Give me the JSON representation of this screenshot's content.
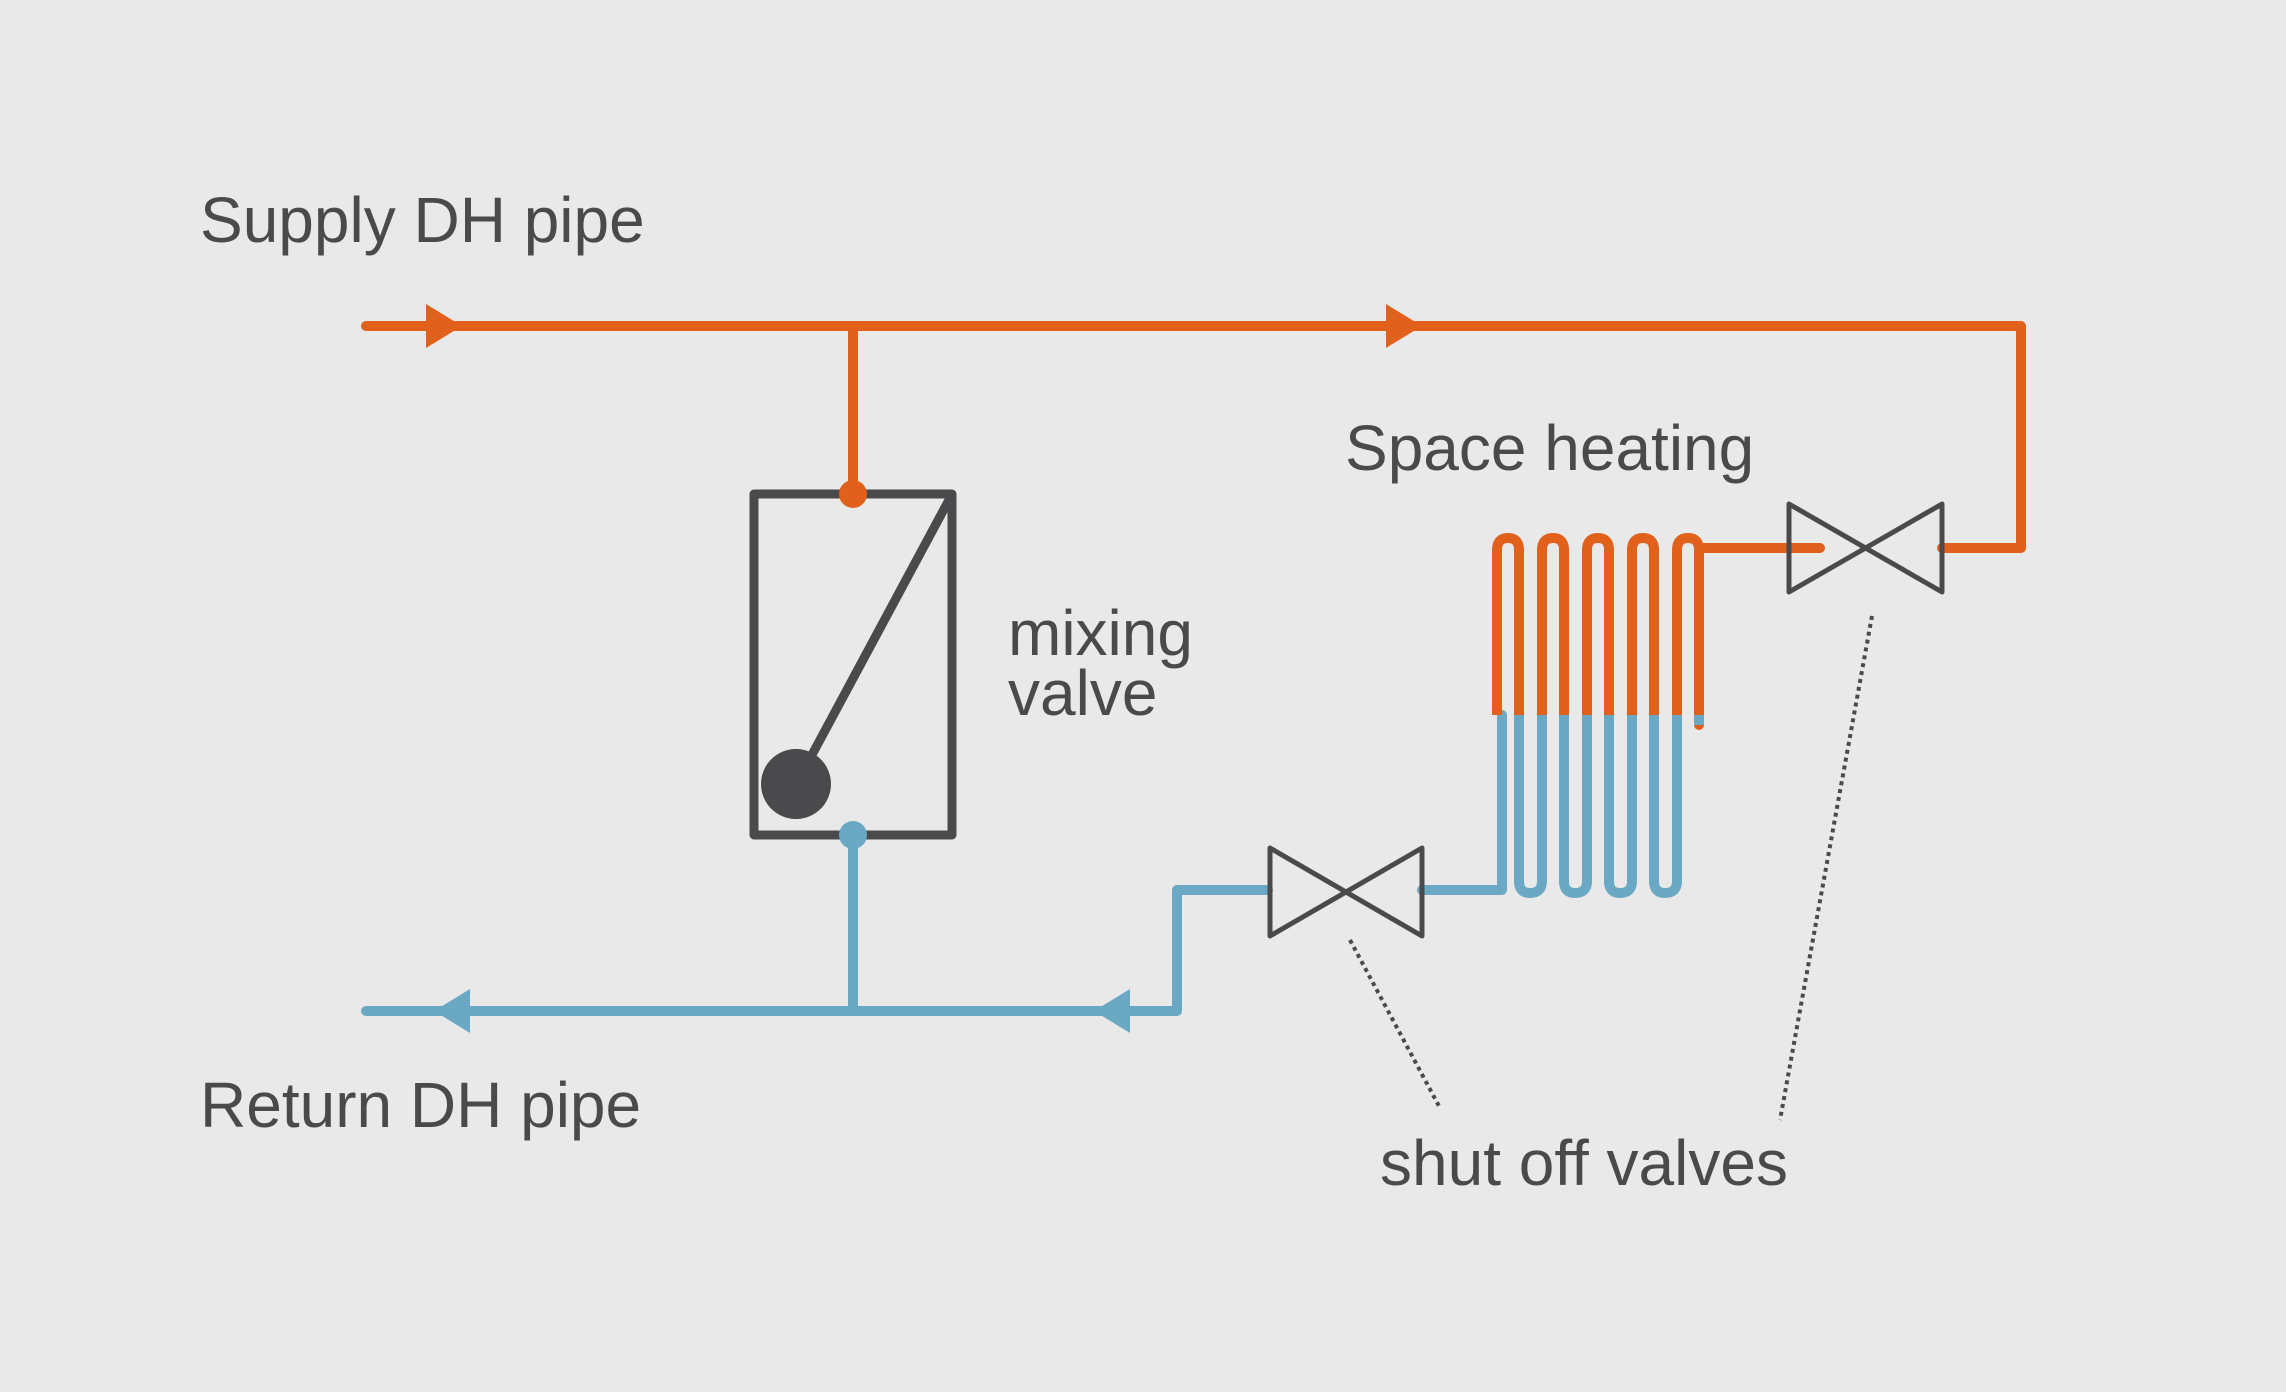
{
  "colors": {
    "background": "#e9e9e9",
    "supply": "#e0601c",
    "return": "#6aa8c4",
    "component": "#4a4a4c"
  },
  "labels": {
    "supply_pipe": "Supply DH pipe",
    "return_pipe": "Return DH pipe",
    "mixing_valve_line1": "mixing",
    "mixing_valve_line2": "valve",
    "space_heating": "Space heating",
    "shut_off_valves": "shut off valves"
  },
  "icons": {
    "flow_arrow": "arrow-icon",
    "valve": "bowtie-valve-icon",
    "mixing_valve": "mixing-valve-icon"
  }
}
